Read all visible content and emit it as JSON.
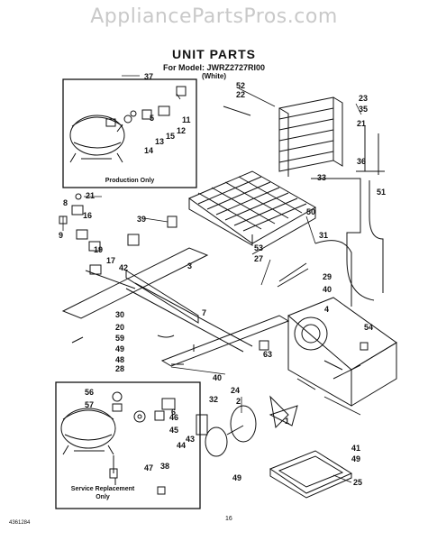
{
  "watermark": "AppliancePartsPros.com",
  "title": "UNIT PARTS",
  "model": "For Model: JWRZ2727RI00",
  "color": "(White)",
  "production_label": "Production Only",
  "service_label_1": "Service Replacement",
  "service_label_2": "Only",
  "part_number": "4361284",
  "page_number": "16",
  "callouts": [
    "37",
    "52",
    "22",
    "23",
    "35",
    "11",
    "12",
    "15",
    "13",
    "14",
    "5",
    "21",
    "36",
    "33",
    "51",
    "21",
    "8",
    "16",
    "39",
    "9",
    "19",
    "17",
    "42",
    "50",
    "31",
    "3",
    "53",
    "27",
    "29",
    "40",
    "4",
    "54",
    "7",
    "30",
    "20",
    "59",
    "49",
    "48",
    "28",
    "63",
    "40",
    "56",
    "57",
    "46",
    "45",
    "43",
    "44",
    "47",
    "38",
    "6",
    "32",
    "24",
    "2",
    "1",
    "41",
    "49",
    "49",
    "25"
  ]
}
